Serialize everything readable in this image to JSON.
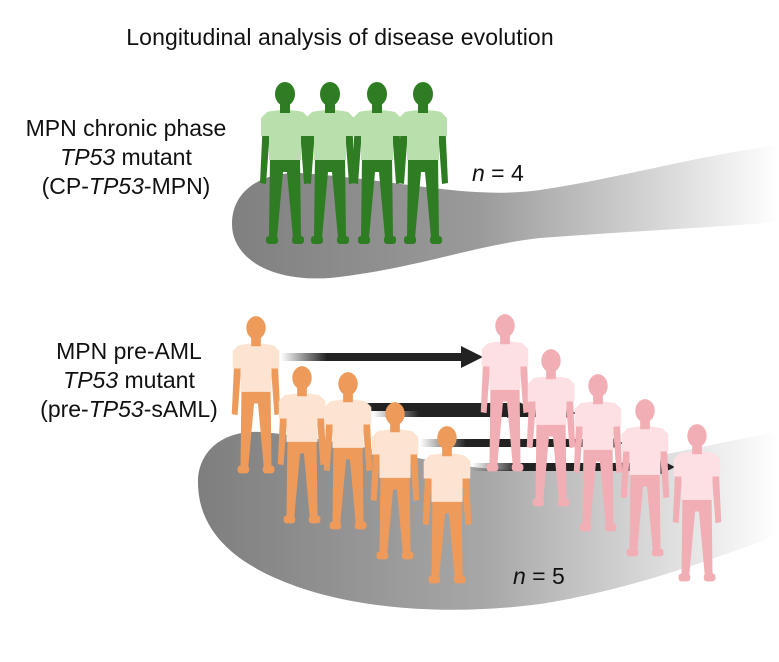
{
  "title": "Longitudinal analysis of disease evolution",
  "groups": [
    {
      "line1": "MPN chronic phase",
      "line2_italic": "TP53",
      "line2_rest": " mutant",
      "line3_pre": "(CP-",
      "line3_italic": "TP53",
      "line3_post": "-MPN)",
      "n_var": "n",
      "n_rest": " = 4",
      "count": 4,
      "shirt_color": "#b9dfac",
      "body_color": "#2e7d22"
    },
    {
      "line1": "MPN pre-AML",
      "line2_italic": "TP53",
      "line2_rest": " mutant",
      "line3_pre": "(pre-",
      "line3_italic": "TP53",
      "line3_post": "-sAML)",
      "n_var": "n",
      "n_rest": " = 5",
      "count": 5,
      "shirt_color": "#fde4d2",
      "body_color": "#ee9a5b",
      "after_shirt_color": "#fde0e3",
      "after_body_color": "#f2aeb5",
      "arrow_color": "#222222"
    }
  ]
}
